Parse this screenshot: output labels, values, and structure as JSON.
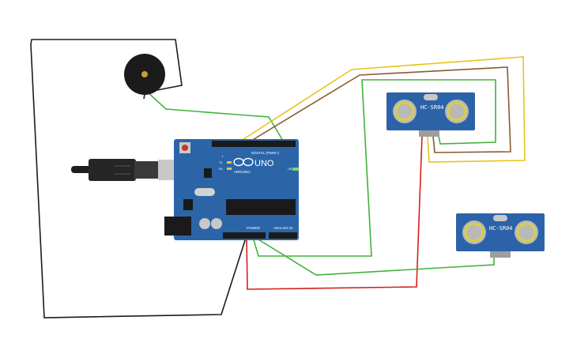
{
  "colors": {
    "background": "#ffffff",
    "board": "#2b65a8",
    "board_dark": "#1f4f86",
    "sensor": "#2c63a8",
    "wire_black": "#1c1c1c",
    "wire_green": "#3fb33a",
    "wire_yellow": "#e7c51a",
    "wire_brown": "#8a5a2b",
    "wire_red": "#d4201b"
  },
  "arduino": {
    "brand": "ARDUINO",
    "model": "UNO",
    "digital_label": "DIGITAL (PWM~)",
    "power_label": "POWER",
    "analog_label": "ANALOG IN",
    "tx_label": "TX",
    "rx_label": "RX",
    "on_label": "ON",
    "l_label": "L"
  },
  "sensors": [
    {
      "label": "HC-SR04"
    },
    {
      "label": "HC-SR04"
    }
  ],
  "components": {
    "buzzer_icon": "piezo-buzzer-icon",
    "usb_icon": "usb-cable-icon"
  }
}
